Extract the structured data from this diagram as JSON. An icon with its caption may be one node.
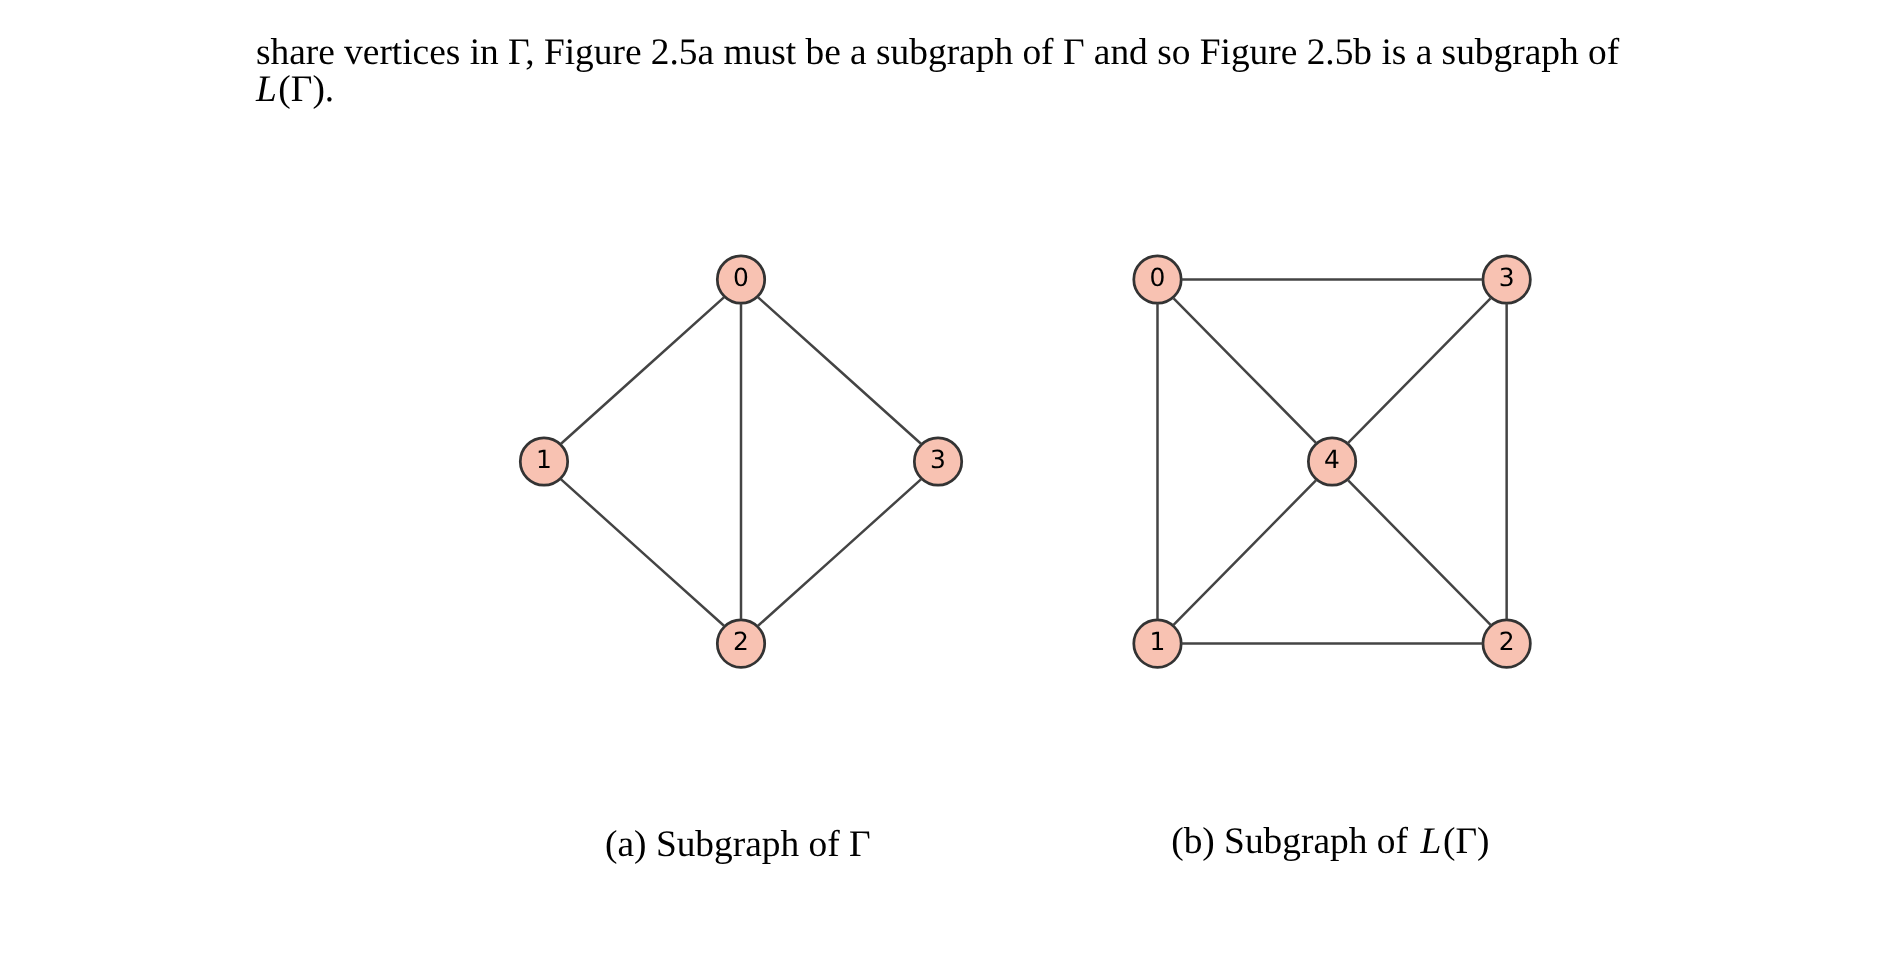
{
  "diagram": {
    "nodes": [
      {
        "text": [
          "0"
        ]
      },
      {
        "text": [
          "1"
        ]
      },
      {
        "text": [
          "2"
        ]
      },
      {
        "text": [
          "3"
        ]
      },
      {
        "text": [
          "0"
        ]
      },
      {
        "text": [
          "1"
        ]
      },
      {
        "text": [
          "2"
        ]
      },
      {
        "text": [
          "3"
        ]
      },
      {
        "text": [
          "4"
        ]
      }
    ],
    "edges": [
      {
        "from": 0,
        "to": 1,
        "arrow": "none"
      },
      {
        "from": 0,
        "to": 2,
        "arrow": "none"
      },
      {
        "from": 0,
        "to": 3,
        "arrow": "none"
      },
      {
        "from": 1,
        "to": 2,
        "arrow": "none"
      },
      {
        "from": 3,
        "to": 2,
        "arrow": "none"
      },
      {
        "from": 4,
        "to": 7,
        "arrow": "none"
      },
      {
        "from": 4,
        "to": 5,
        "arrow": "none"
      },
      {
        "from": 4,
        "to": 8,
        "arrow": "none"
      },
      {
        "from": 7,
        "to": 8,
        "arrow": "none"
      },
      {
        "from": 7,
        "to": 6,
        "arrow": "none"
      },
      {
        "from": 8,
        "to": 5,
        "arrow": "none"
      },
      {
        "from": 8,
        "to": 6,
        "arrow": "none"
      },
      {
        "from": 5,
        "to": 6,
        "arrow": "none"
      }
    ],
    "labels": [
      "share vertices in Γ, Figure 2.5a must be a subgraph of Γ and so Figure 2.5b is a subgraph of *L*(Γ).",
      "(a) Subgraph of Γ",
      "(b) Subgraph of *L*(Γ)"
    ]
  }
}
